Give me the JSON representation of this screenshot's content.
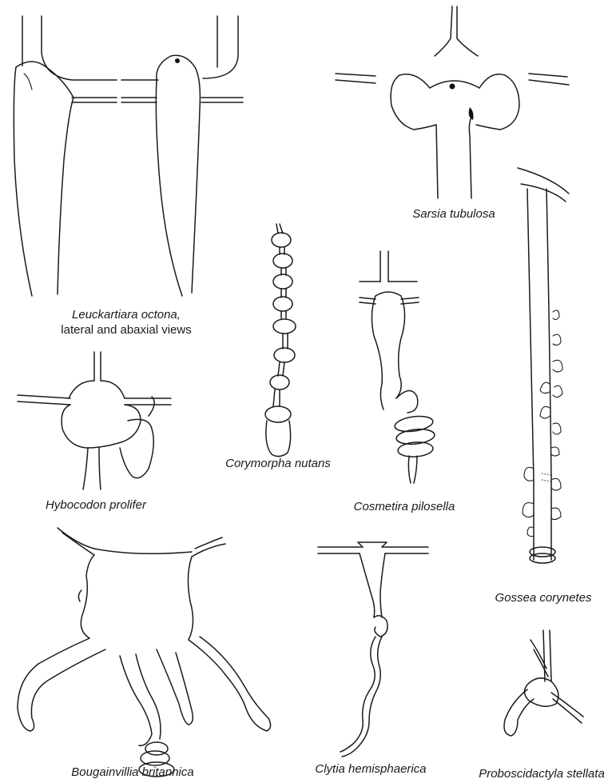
{
  "plate": {
    "background": "#ffffff",
    "ink_color": "#1a1a1a"
  },
  "captions": {
    "leuckartiara_name": "Leuckartiara octona,",
    "leuckartiara_note": "lateral and abaxial views",
    "sarsia": "Sarsia tubulosa",
    "corymorpha": "Corymorpha nutans",
    "hybocodon": "Hybocodon prolifer",
    "cosmetira": "Cosmetira pilosella",
    "gossea": "Gossea corynetes",
    "bougainvillia": "Bougainvillia britannica",
    "clytia": "Clytia hemisphaerica",
    "proboscidactyla": "Proboscidactyla stellata"
  }
}
